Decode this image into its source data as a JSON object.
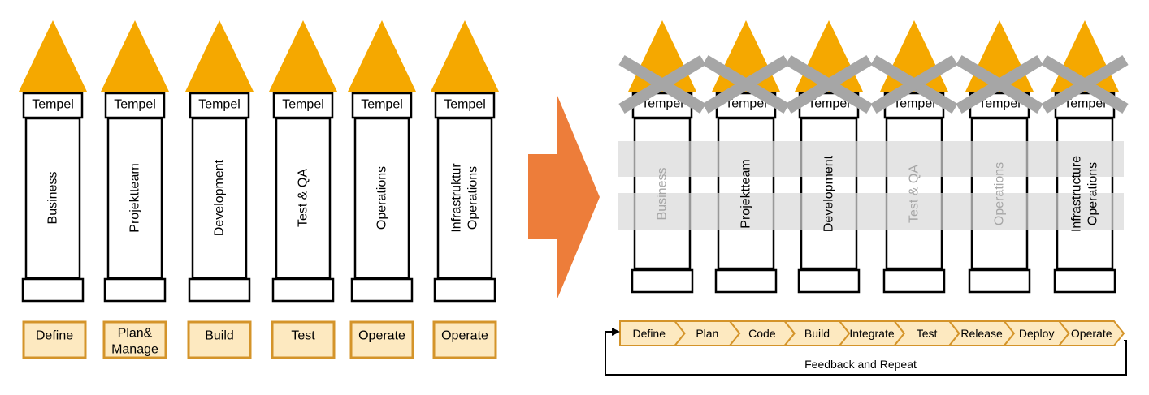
{
  "left": {
    "pillars": [
      {
        "cap": "Tempel",
        "label": "Business"
      },
      {
        "cap": "Tempel",
        "label": "Projektteam"
      },
      {
        "cap": "Tempel",
        "label": "Development"
      },
      {
        "cap": "Tempel",
        "label": "Test & QA"
      },
      {
        "cap": "Tempel",
        "label": "Operations"
      },
      {
        "cap": "Tempel",
        "label": "Infrastruktur|Operations"
      }
    ],
    "phases": [
      "Define",
      "Plan&|Manage",
      "Build",
      "Test",
      "Operate",
      "Operate"
    ]
  },
  "right": {
    "pillars": [
      {
        "cap": "Tempel",
        "label": "Business",
        "faded": true
      },
      {
        "cap": "Tempel",
        "label": "Projektteam",
        "faded": false
      },
      {
        "cap": "Tempel",
        "label": "Development",
        "faded": false
      },
      {
        "cap": "Tempel",
        "label": "Test & QA",
        "faded": true
      },
      {
        "cap": "Tempel",
        "label": "Operations",
        "faded": true
      },
      {
        "cap": "Tempel",
        "label": "Infrastructure|Operations",
        "faded": false
      }
    ],
    "pipeline": [
      "Define",
      "Plan",
      "Code",
      "Build",
      "Integrate",
      "Test",
      "Release",
      "Deploy",
      "Operate"
    ],
    "feedback_label": "Feedback and Repeat"
  },
  "colors": {
    "triangle": "#F5A800",
    "arrow": "#ED7D3A",
    "phase_fill": "#FDE9C0",
    "phase_border": "#D4942A",
    "cross": "#A6A6A6",
    "band": "#D9D9D9",
    "faded_text": "#A6A6A6"
  }
}
